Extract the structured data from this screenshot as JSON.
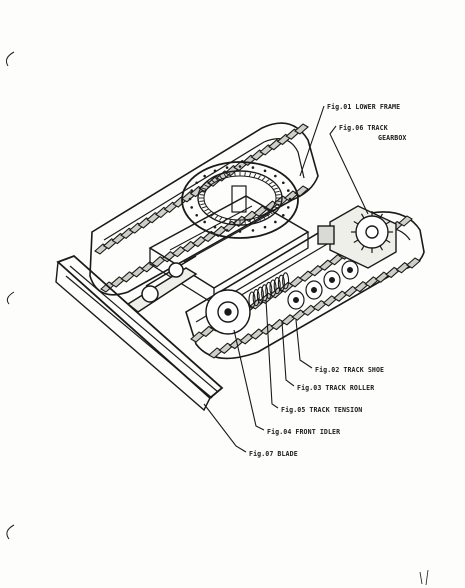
{
  "diagram": {
    "callouts": [
      {
        "id": "lower-frame",
        "fig": "Fig.01",
        "name": "LOWER  FRAME"
      },
      {
        "id": "track-gearbox",
        "fig": "Fig.06",
        "name": "TRACK",
        "name_line2": "GEARBOX"
      },
      {
        "id": "track-shoe",
        "fig": "Fig.02",
        "name": "TRACK  SHOE"
      },
      {
        "id": "track-roller",
        "fig": "Fig.03",
        "name": "TRACK  ROLLER"
      },
      {
        "id": "track-tension",
        "fig": "Fig.05",
        "name": "TRACK  TENSION"
      },
      {
        "id": "front-idler",
        "fig": "Fig.04",
        "name": "FRONT  IDLER"
      },
      {
        "id": "blade",
        "fig": "Fig.07",
        "name": "BLADE"
      }
    ]
  },
  "colors": {
    "ink": "#1a1a1a",
    "paper": "#fdfdfb"
  }
}
